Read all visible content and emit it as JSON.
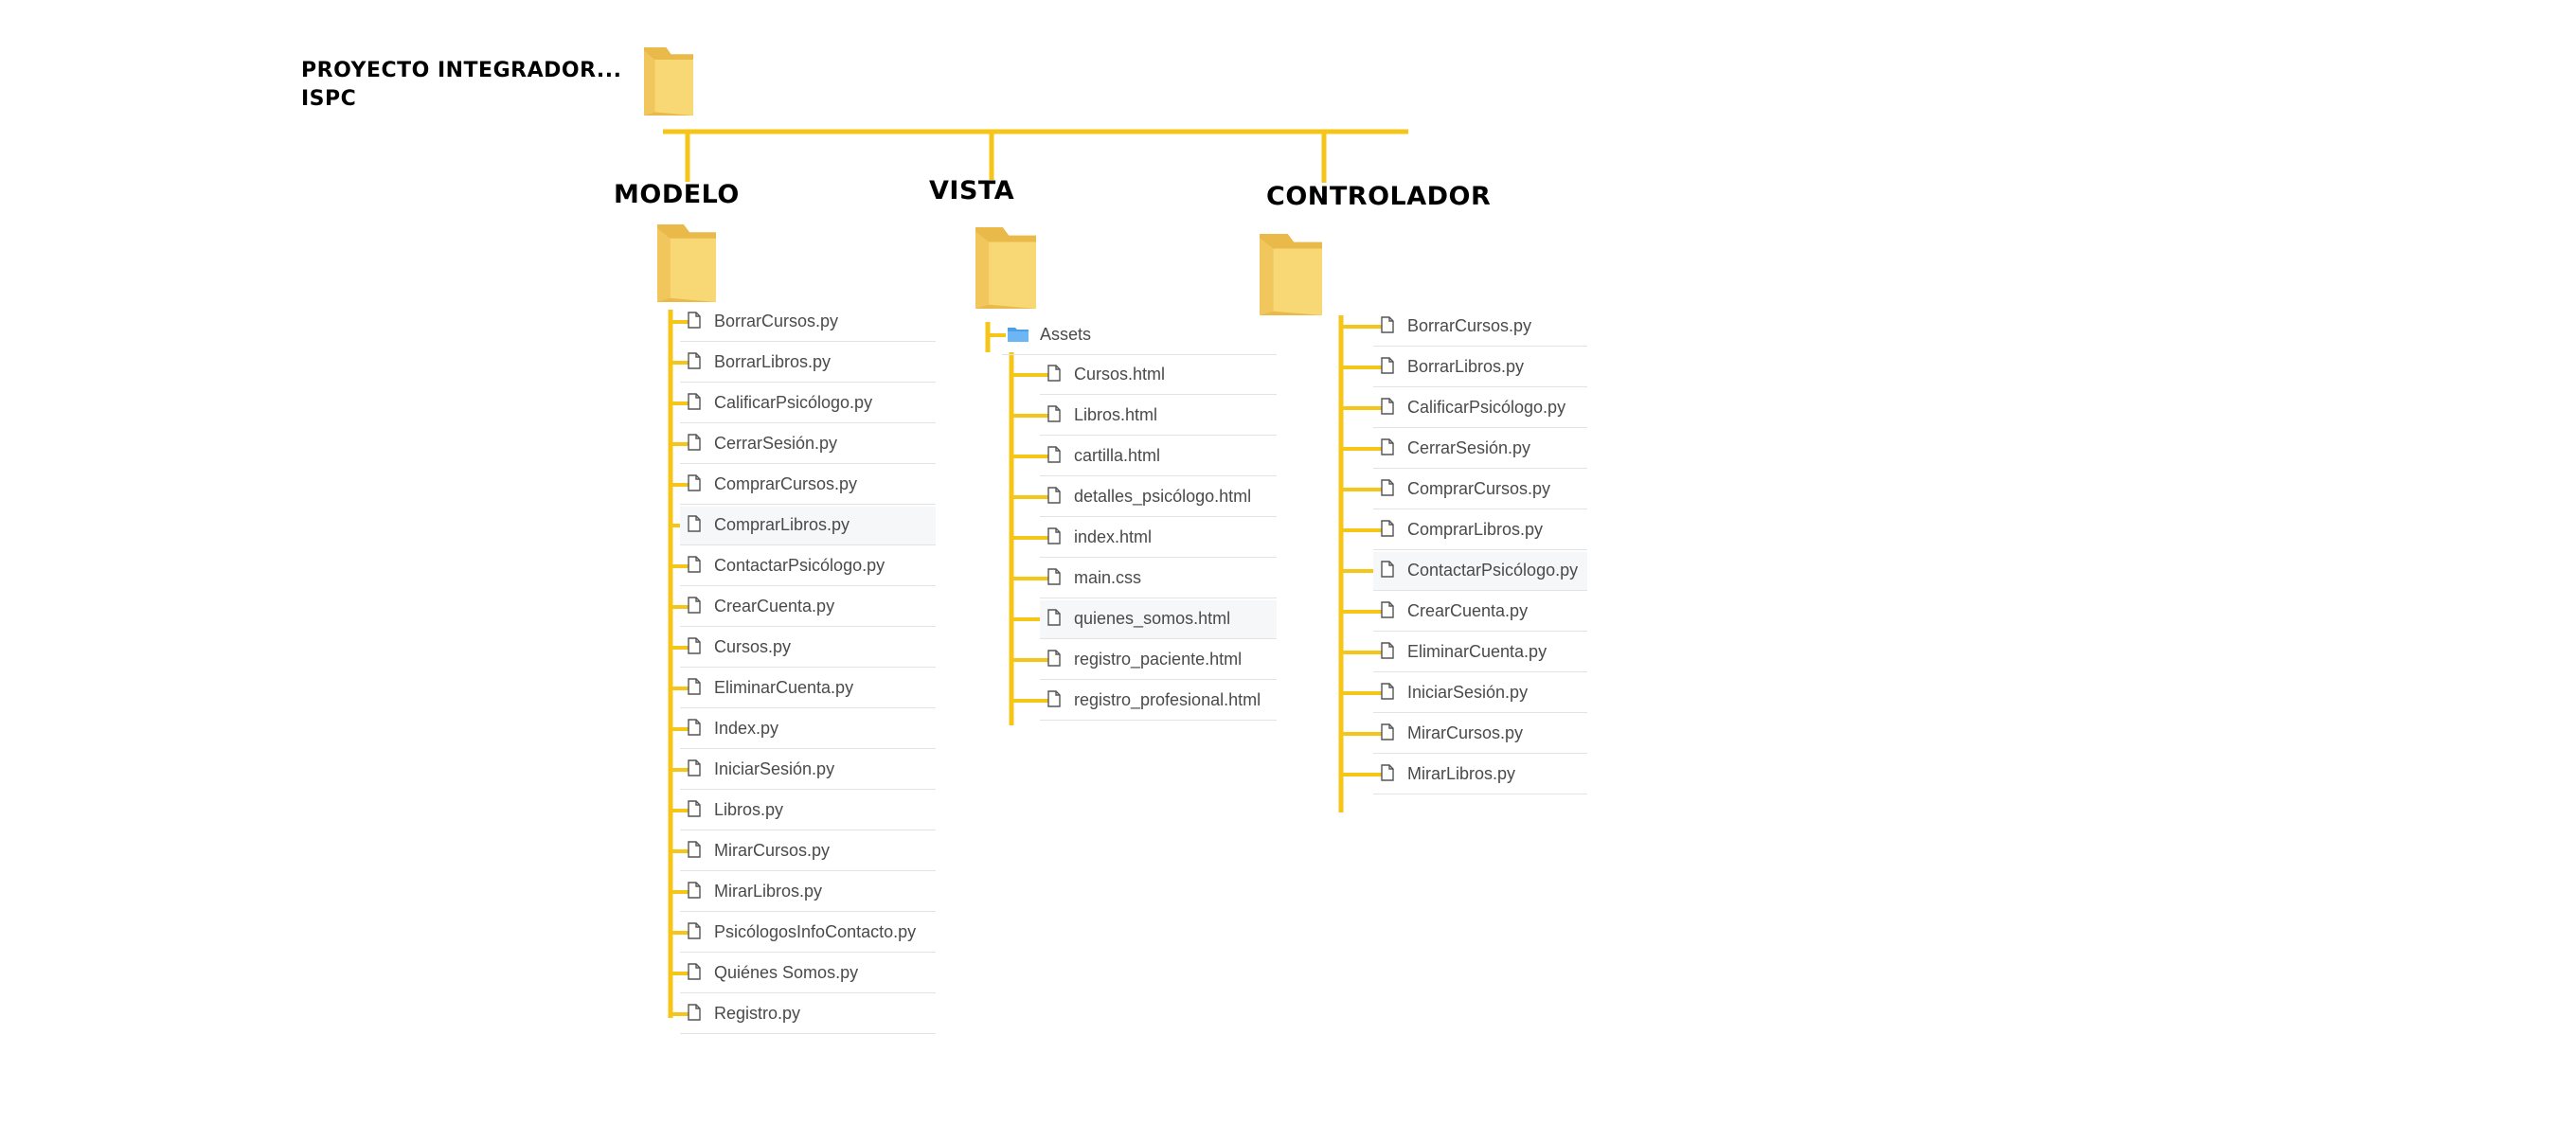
{
  "title": {
    "line1": "PROYECTO INTEGRADOR...",
    "line2": "ISPC"
  },
  "colors": {
    "connector": "#f5c518",
    "folder": "#f8d775",
    "folder_dark": "#e9b949",
    "blue_folder": "#4a9fe8"
  },
  "modelo": {
    "label": "MODELO",
    "files": [
      "BorrarCursos.py",
      "BorrarLibros.py",
      "CalificarPsicólogo.py",
      "CerrarSesión.py",
      "ComprarCursos.py",
      "ComprarLibros.py",
      "ContactarPsicólogo.py",
      "CrearCuenta.py",
      "Cursos.py",
      "EliminarCuenta.py",
      "Index.py",
      "IniciarSesión.py",
      "Libros.py",
      "MirarCursos.py",
      "MirarLibros.py",
      "PsicólogosInfoContacto.py",
      "Quiénes Somos.py",
      "Registro.py"
    ]
  },
  "vista": {
    "label": "VISTA",
    "subfolder": "Assets",
    "files": [
      "Cursos.html",
      "Libros.html",
      "cartilla.html",
      "detalles_psicólogo.html",
      "index.html",
      "main.css",
      "quienes_somos.html",
      "registro_paciente.html",
      "registro_profesional.html"
    ]
  },
  "controlador": {
    "label": "CONTROLADOR",
    "files": [
      "BorrarCursos.py",
      "BorrarLibros.py",
      "CalificarPsicólogo.py",
      "CerrarSesión.py",
      "ComprarCursos.py",
      "ComprarLibros.py",
      "ContactarPsicólogo.py",
      "CrearCuenta.py",
      "EliminarCuenta.py",
      "IniciarSesión.py",
      "MirarCursos.py",
      "MirarLibros.py"
    ]
  }
}
